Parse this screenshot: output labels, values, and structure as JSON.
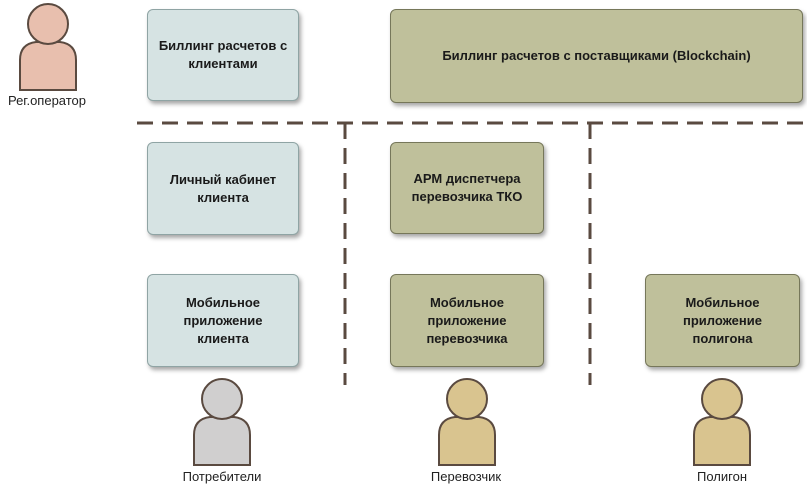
{
  "boxes": {
    "billing_clients": "Биллинг расчетов с клиентами",
    "billing_suppliers": "Биллинг расчетов с поставщиками (Blockchain)",
    "client_cabinet": "Личный кабинет клиента",
    "dispatcher_arm": "АРМ диспетчера перевозчика ТКО",
    "client_mobile": "Мобильное приложение клиента",
    "carrier_mobile": "Мобильное приложение перевозчика",
    "landfill_mobile": "Мобильное приложение полигона"
  },
  "actors": {
    "reg_operator": "Рег.оператор",
    "consumers": "Потребители",
    "carrier": "Перевозчик",
    "landfill": "Полигон"
  },
  "colors": {
    "reg_operator": "#e8bfae",
    "consumers": "#d0cfcf",
    "carrier": "#d9c48f",
    "landfill": "#d9c48f",
    "box_blue": "#d6e3e3",
    "box_olive": "#bfc09b",
    "divider": "#5a4a40"
  },
  "icons": {
    "actor": "person-icon"
  }
}
